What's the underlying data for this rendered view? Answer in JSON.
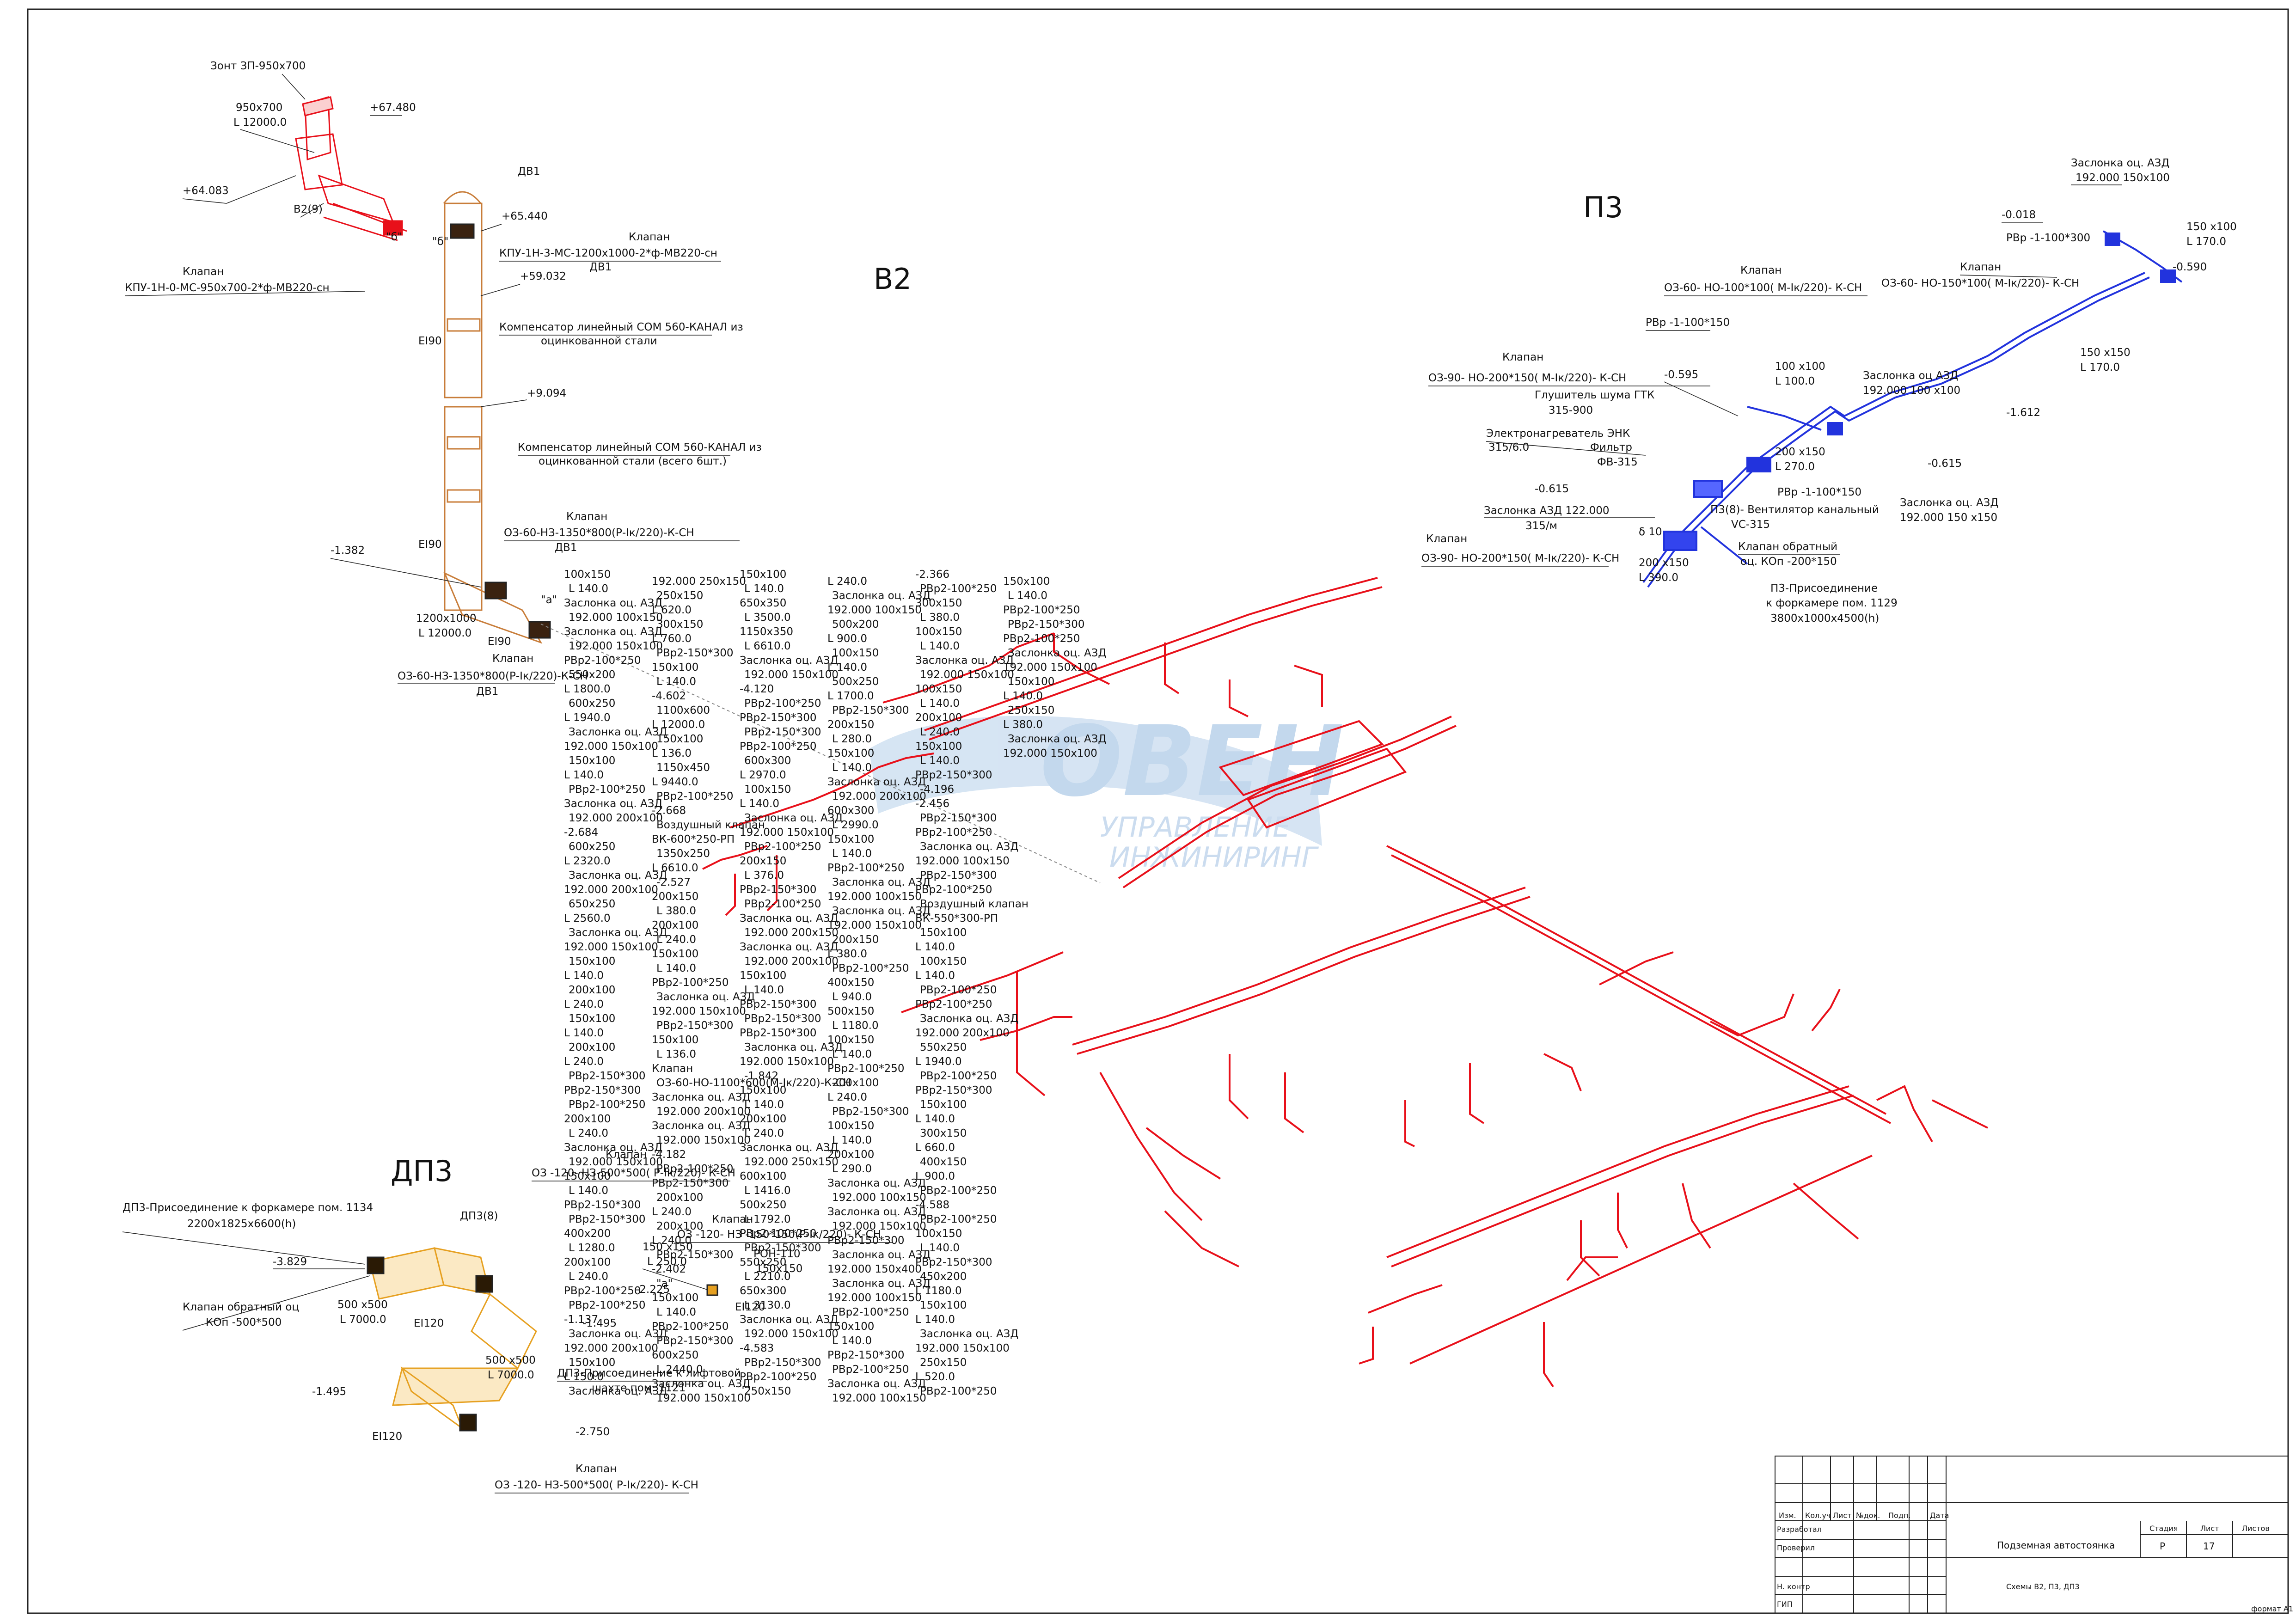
{
  "colors": {
    "v2": "#e8101a",
    "p3": "#2233dd",
    "dpz": "#e6a020",
    "shaft": "#c87d3a",
    "frame": "#222222",
    "watermark": "#b9d2ea"
  },
  "section_titles": {
    "v2": "В2",
    "p3": "П3",
    "dpz": "ДП3"
  },
  "v2_top": [
    {
      "t": "Зонт ЗП-950х700"
    },
    {
      "t": "950х700"
    },
    {
      "t": "L 12000.0"
    },
    {
      "t": "+67.480"
    },
    {
      "t": "+64.083"
    },
    {
      "t": "В2(9)"
    },
    {
      "t": "Клапан"
    },
    {
      "t": "КПУ-1Н-0-МС-950х700-2*ф-МВ220-сн"
    },
    {
      "t": "\"б\""
    },
    {
      "t": "\"б\""
    },
    {
      "t": "ДВ1"
    },
    {
      "t": "+65.440"
    },
    {
      "t": "Клапан"
    },
    {
      "t": "КПУ-1Н-3-МС-1200х1000-2*ф-МВ220-сн"
    },
    {
      "t": "ДВ1"
    },
    {
      "t": "+59.032"
    },
    {
      "t": "EI90"
    },
    {
      "t": "Компенсатор линейный СОМ 560-КАНАЛ из"
    },
    {
      "t": "оцинкованной стали"
    },
    {
      "t": "+9.094"
    },
    {
      "t": "Компенсатор линейный СОМ 560-КАНАЛ из"
    },
    {
      "t": "оцинкованной стали (всего 6шт.)"
    },
    {
      "t": "Клапан"
    },
    {
      "t": "ОЗ-60-НЗ-1350*800(Р-Iк/220)-К-СН"
    },
    {
      "t": "ДВ1"
    },
    {
      "t": "EI90"
    },
    {
      "t": "-1.382"
    },
    {
      "t": "\"а\""
    },
    {
      "t": "1200х1000"
    },
    {
      "t": "L 12000.0"
    },
    {
      "t": "EI90"
    },
    {
      "t": "Клапан"
    },
    {
      "t": "ОЗ-60-НЗ-1350*800(Р-Iк/220)-К-СН"
    },
    {
      "t": "ДВ1"
    }
  ],
  "p3_labels": [
    {
      "t": "Заслонка оц. АЗД"
    },
    {
      "t": "192.000  150х100"
    },
    {
      "t": "-0.018"
    },
    {
      "t": "РВр -1-100*300"
    },
    {
      "t": "150 х100"
    },
    {
      "t": "L  170.0"
    },
    {
      "t": "-0.590"
    },
    {
      "t": "Клапан"
    },
    {
      "t": "ОЗ-60- НО-150*100( М-Iк/220)- К-СН"
    },
    {
      "t": "Клапан"
    },
    {
      "t": "ОЗ-60- НО-100*100( М-Iк/220)- К-СН"
    },
    {
      "t": "РВр -1-100*150"
    },
    {
      "t": "150 х150"
    },
    {
      "t": "L  170.0"
    },
    {
      "t": "Клапан"
    },
    {
      "t": "ОЗ-90- НО-200*150( М-Iк/220)- К-СН"
    },
    {
      "t": "-0.595"
    },
    {
      "t": "100 х100"
    },
    {
      "t": "L  100.0"
    },
    {
      "t": "Заслонка оц  АЗД"
    },
    {
      "t": "192.000  100 х100"
    },
    {
      "t": "Глушитель шума ГТК"
    },
    {
      "t": "315-900"
    },
    {
      "t": "-1.612"
    },
    {
      "t": "Электронагреватель ЭНК"
    },
    {
      "t": "315/6.0"
    },
    {
      "t": "Фильтр"
    },
    {
      "t": "ФВ-315"
    },
    {
      "t": "200 х150"
    },
    {
      "t": "L  270.0"
    },
    {
      "t": "-0.615"
    },
    {
      "t": "-0.615"
    },
    {
      "t": "Заслонка АЗД 122.000"
    },
    {
      "t": "315/м"
    },
    {
      "t": "РВр -1-100*150"
    },
    {
      "t": "П3(8)- Вентилятор канальный"
    },
    {
      "t": "VC-315"
    },
    {
      "t": "Заслонка  оц.  АЗД"
    },
    {
      "t": "192.000   150 х150"
    },
    {
      "t": "Клапан"
    },
    {
      "t": "ОЗ-90- НО-200*150( М-Iк/220)- К-СН"
    },
    {
      "t": "δ 10"
    },
    {
      "t": "Клапан  обратный"
    },
    {
      "t": "оц.  КОп -200*150"
    },
    {
      "t": "200 х150"
    },
    {
      "t": "L  390.0"
    },
    {
      "t": "П3-Присоединение"
    },
    {
      "t": "к форкамере пом. 1129"
    },
    {
      "t": "3800х1000х4500(h)"
    }
  ],
  "v2_labels": [
    {
      "t": "100х150"
    },
    {
      "t": "L  140.0"
    },
    {
      "t": "Заслонка оц. АЗД"
    },
    {
      "t": "192.000   100х150"
    },
    {
      "t": "Заслонка оц. АЗД"
    },
    {
      "t": "192.000   150х100"
    },
    {
      "t": "РВр2-100*250"
    },
    {
      "t": "550х200"
    },
    {
      "t": "L  1800.0"
    },
    {
      "t": "600х250"
    },
    {
      "t": "L  1940.0"
    },
    {
      "t": "Заслонка оц. АЗД"
    },
    {
      "t": "192.000   150х100"
    },
    {
      "t": "150х100"
    },
    {
      "t": "L  140.0"
    },
    {
      "t": "РВр2-100*250"
    },
    {
      "t": "Заслонка оц. АЗД"
    },
    {
      "t": "192.000   200х100"
    },
    {
      "t": "-2.684"
    },
    {
      "t": "600х250"
    },
    {
      "t": "L  2320.0"
    },
    {
      "t": "Заслонка оц. АЗД"
    },
    {
      "t": "192.000   200х100"
    },
    {
      "t": "650х250"
    },
    {
      "t": "L  2560.0"
    },
    {
      "t": "Заслонка оц. АЗД"
    },
    {
      "t": "192.000   150х100"
    },
    {
      "t": "150х100"
    },
    {
      "t": "L  140.0"
    },
    {
      "t": "200х100"
    },
    {
      "t": "L  240.0"
    },
    {
      "t": "150х100"
    },
    {
      "t": "L  140.0"
    },
    {
      "t": "200х100"
    },
    {
      "t": "L  240.0"
    },
    {
      "t": "РВр2-150*300"
    },
    {
      "t": "РВр2-150*300"
    },
    {
      "t": "РВр2-100*250"
    },
    {
      "t": "200х100"
    },
    {
      "t": "L  240.0"
    },
    {
      "t": "Заслонка оц. АЗД"
    },
    {
      "t": "192.000   150х100"
    },
    {
      "t": "150х100"
    },
    {
      "t": "L  140.0"
    },
    {
      "t": "РВр2-150*300"
    },
    {
      "t": "РВр2-150*300"
    },
    {
      "t": "400х200"
    },
    {
      "t": "L  1280.0"
    },
    {
      "t": "200х100"
    },
    {
      "t": "L  240.0"
    },
    {
      "t": "РВр2-100*250"
    },
    {
      "t": "РВр2-100*250"
    },
    {
      "t": "-1.137"
    },
    {
      "t": "Заслонка оц. АЗД"
    },
    {
      "t": "192.000   200х100"
    },
    {
      "t": "150х100"
    },
    {
      "t": "L  150.0"
    },
    {
      "t": "Заслонка оц. АЗД"
    },
    {
      "t": "192.000   250х150"
    },
    {
      "t": "250х150"
    },
    {
      "t": "L  620.0"
    },
    {
      "t": "300х150"
    },
    {
      "t": "L  760.0"
    },
    {
      "t": "РВр2-150*300"
    },
    {
      "t": "150х100"
    },
    {
      "t": "L  140.0"
    },
    {
      "t": "-4.602"
    },
    {
      "t": "1100х600"
    },
    {
      "t": "L  12000.0"
    },
    {
      "t": "150х100"
    },
    {
      "t": "L  136.0"
    },
    {
      "t": "1150х450"
    },
    {
      "t": "L  9440.0"
    },
    {
      "t": "РВр2-100*250"
    },
    {
      "t": "-2.668"
    },
    {
      "t": "Воздушный клапан"
    },
    {
      "t": "ВК-600*250-РП"
    },
    {
      "t": "1350х250"
    },
    {
      "t": "L  6610.0"
    },
    {
      "t": "-2.527"
    },
    {
      "t": "200х150"
    },
    {
      "t": "L  380.0"
    },
    {
      "t": "200х100"
    },
    {
      "t": "L  240.0"
    },
    {
      "t": "150х100"
    },
    {
      "t": "L  140.0"
    },
    {
      "t": "РВр2-100*250"
    },
    {
      "t": "Заслонка оц. АЗД"
    },
    {
      "t": "192.000   150х100"
    },
    {
      "t": "РВр2-150*300"
    },
    {
      "t": "150х100"
    },
    {
      "t": "L  136.0"
    },
    {
      "t": "Клапан"
    },
    {
      "t": "ОЗ-60-НО-1100*600(М-Iк/220)-К-СН"
    },
    {
      "t": "Заслонка оц. АЗД"
    },
    {
      "t": "192.000   200х100"
    },
    {
      "t": "Заслонка оц. АЗД"
    },
    {
      "t": "192.000   150х100"
    },
    {
      "t": "-4.182"
    },
    {
      "t": "РВр2-100*250"
    },
    {
      "t": "РВр2-150*300"
    },
    {
      "t": "200х100"
    },
    {
      "t": "L  240.0"
    },
    {
      "t": "200х100"
    },
    {
      "t": "L  240.0"
    },
    {
      "t": "РВр2-150*300"
    },
    {
      "t": "-2.402"
    },
    {
      "t": "\"а\""
    },
    {
      "t": "150х100"
    },
    {
      "t": "L  140.0"
    },
    {
      "t": "РВр2-100*250"
    },
    {
      "t": "РВр2-150*300"
    },
    {
      "t": "600х250"
    },
    {
      "t": "L  2440.0"
    },
    {
      "t": "Заслонка оц. АЗД"
    },
    {
      "t": "192.000   150х100"
    },
    {
      "t": "150х100"
    },
    {
      "t": "L  140.0"
    },
    {
      "t": "650х350"
    },
    {
      "t": "L  3500.0"
    },
    {
      "t": "1150х350"
    },
    {
      "t": "L  6610.0"
    },
    {
      "t": "Заслонка оц. АЗД"
    },
    {
      "t": "192.000   150х100"
    },
    {
      "t": "-4.120"
    },
    {
      "t": "РВр2-100*250"
    },
    {
      "t": "РВр2-150*300"
    },
    {
      "t": "РВр2-150*300"
    },
    {
      "t": "РВр2-100*250"
    },
    {
      "t": "600х300"
    },
    {
      "t": "L  2970.0"
    },
    {
      "t": "100х150"
    },
    {
      "t": "L  140.0"
    },
    {
      "t": "Заслонка оц. АЗД"
    },
    {
      "t": "192.000   150х100"
    },
    {
      "t": "РВр2-100*250"
    },
    {
      "t": "200х150"
    },
    {
      "t": "L  376.0"
    },
    {
      "t": "РВр2-150*300"
    },
    {
      "t": "РВр2-100*250"
    },
    {
      "t": "Заслонка оц. АЗД"
    },
    {
      "t": "192.000   200х150"
    },
    {
      "t": "Заслонка оц. АЗД"
    },
    {
      "t": "192.000   200х100"
    },
    {
      "t": "150х100"
    },
    {
      "t": "L  140.0"
    },
    {
      "t": "РВр2-150*300"
    },
    {
      "t": "РВр2-150*300"
    },
    {
      "t": "РВр2-150*300"
    },
    {
      "t": "Заслонка оц. АЗД"
    },
    {
      "t": "192.000   150х100"
    },
    {
      "t": "-1.842"
    },
    {
      "t": "150х100"
    },
    {
      "t": "L  140.0"
    },
    {
      "t": "200х100"
    },
    {
      "t": "L  240.0"
    },
    {
      "t": "Заслонка оц. АЗД"
    },
    {
      "t": "192.000   250х150"
    },
    {
      "t": "600х100"
    },
    {
      "t": "L  1416.0"
    },
    {
      "t": "500х250"
    },
    {
      "t": "L  1792.0"
    },
    {
      "t": "РВр2-100*250"
    },
    {
      "t": "РВр2-150*300"
    },
    {
      "t": "550х250"
    },
    {
      "t": "L  2210.0"
    },
    {
      "t": "650х300"
    },
    {
      "t": "L  3130.0"
    },
    {
      "t": "Заслонка оц. АЗД"
    },
    {
      "t": "192.000   150х100"
    },
    {
      "t": "-4.583"
    },
    {
      "t": "РВр2-150*300"
    },
    {
      "t": "РВр2-100*250"
    },
    {
      "t": "250х150"
    },
    {
      "t": "L  240.0"
    },
    {
      "t": "Заслонка оц. АЗД"
    },
    {
      "t": "192.000   100х150"
    },
    {
      "t": "500х200"
    },
    {
      "t": "L  900.0"
    },
    {
      "t": "100х150"
    },
    {
      "t": "L  140.0"
    },
    {
      "t": "500х250"
    },
    {
      "t": "L  1700.0"
    },
    {
      "t": "РВр2-150*300"
    },
    {
      "t": "200х150"
    },
    {
      "t": "L  280.0"
    },
    {
      "t": "150х100"
    },
    {
      "t": "L  140.0"
    },
    {
      "t": "Заслонка оц. АЗД"
    },
    {
      "t": "192.000   200х100"
    },
    {
      "t": "600х300"
    },
    {
      "t": "L  2990.0"
    },
    {
      "t": "150х100"
    },
    {
      "t": "L  140.0"
    },
    {
      "t": "РВр2-100*250"
    },
    {
      "t": "Заслонка оц. АЗД"
    },
    {
      "t": "192.000   100х150"
    },
    {
      "t": "Заслонка оц. АЗД"
    },
    {
      "t": "192.000   150х100"
    },
    {
      "t": "200х150"
    },
    {
      "t": "L  380.0"
    },
    {
      "t": "РВр2-100*250"
    },
    {
      "t": "400х150"
    },
    {
      "t": "L  940.0"
    },
    {
      "t": "500х150"
    },
    {
      "t": "L  1180.0"
    },
    {
      "t": "100х150"
    },
    {
      "t": "L  140.0"
    },
    {
      "t": "РВр2-100*250"
    },
    {
      "t": "200х100"
    },
    {
      "t": "L  240.0"
    },
    {
      "t": "РВр2-150*300"
    },
    {
      "t": "100х150"
    },
    {
      "t": "L  140.0"
    },
    {
      "t": "200х100"
    },
    {
      "t": "L  290.0"
    },
    {
      "t": "Заслонка оц. АЗД"
    },
    {
      "t": "192.000   100х150"
    },
    {
      "t": "Заслонка оц. АЗД"
    },
    {
      "t": "192.000   150х100"
    },
    {
      "t": "РВр2-150*300"
    },
    {
      "t": "Заслонка оц. АЗД"
    },
    {
      "t": "192.000   150х400"
    },
    {
      "t": "Заслонка оц. АЗД"
    },
    {
      "t": "192.000   100х150"
    },
    {
      "t": "РВр2-100*250"
    },
    {
      "t": "150х100"
    },
    {
      "t": "L  140.0"
    },
    {
      "t": "РВр2-150*300"
    },
    {
      "t": "РВр2-100*250"
    },
    {
      "t": "Заслонка оц. АЗД"
    },
    {
      "t": "192.000   100х150"
    },
    {
      "t": "-2.366"
    },
    {
      "t": "РВр2-100*250"
    },
    {
      "t": "300х150"
    },
    {
      "t": "L  380.0"
    },
    {
      "t": "100х150"
    },
    {
      "t": "L  140.0"
    },
    {
      "t": "Заслонка оц. АЗД"
    },
    {
      "t": "192.000   150х100"
    },
    {
      "t": "100х150"
    },
    {
      "t": "L  140.0"
    },
    {
      "t": "200х100"
    },
    {
      "t": "L  240.0"
    },
    {
      "t": "150х100"
    },
    {
      "t": "L  140.0"
    },
    {
      "t": "РВр2-150*300"
    },
    {
      "t": "-4.196"
    },
    {
      "t": "-2.456"
    },
    {
      "t": "РВр2-150*300"
    },
    {
      "t": "РВр2-100*250"
    },
    {
      "t": "Заслонка оц. АЗД"
    },
    {
      "t": "192.000   100х150"
    },
    {
      "t": "РВр2-150*300"
    },
    {
      "t": "РВр2-100*250"
    },
    {
      "t": "Воздушный клапан"
    },
    {
      "t": "ВК-550*300-РП"
    },
    {
      "t": "150х100"
    },
    {
      "t": "L  140.0"
    },
    {
      "t": "100х150"
    },
    {
      "t": "L  140.0"
    },
    {
      "t": "РВр2-100*250"
    },
    {
      "t": "РВр2-100*250"
    },
    {
      "t": "Заслонка оц. АЗД"
    },
    {
      "t": "192.000   200х100"
    },
    {
      "t": "550х250"
    },
    {
      "t": "L  1940.0"
    },
    {
      "t": "РВр2-100*250"
    },
    {
      "t": "РВр2-150*300"
    },
    {
      "t": "150х100"
    },
    {
      "t": "L  140.0"
    },
    {
      "t": "300х150"
    },
    {
      "t": "L  660.0"
    },
    {
      "t": "400х150"
    },
    {
      "t": "L  900.0"
    },
    {
      "t": "РВр2-100*250"
    },
    {
      "t": "-4.588"
    },
    {
      "t": "РВр2-100*250"
    },
    {
      "t": "100х150"
    },
    {
      "t": "L  140.0"
    },
    {
      "t": "РВр2-150*300"
    },
    {
      "t": "450х200"
    },
    {
      "t": "L  1180.0"
    },
    {
      "t": "150х100"
    },
    {
      "t": "L  140.0"
    },
    {
      "t": "Заслонка оц. АЗД"
    },
    {
      "t": "192.000   150х100"
    },
    {
      "t": "250х150"
    },
    {
      "t": "L  520.0"
    },
    {
      "t": "РВр2-100*250"
    },
    {
      "t": "150х100"
    },
    {
      "t": "L  140.0"
    },
    {
      "t": "РВр2-100*250"
    },
    {
      "t": "РВр2-150*300"
    },
    {
      "t": "РВр2-100*250"
    },
    {
      "t": "Заслонка оц. АЗД"
    },
    {
      "t": "192.000   150х100"
    },
    {
      "t": "150х100"
    },
    {
      "t": "L  140.0"
    },
    {
      "t": "250х150"
    },
    {
      "t": "L  380.0"
    },
    {
      "t": "Заслонка оц. АЗД"
    },
    {
      "t": "192.000   150х100"
    }
  ],
  "dpz_labels": [
    {
      "t": "Клапан"
    },
    {
      "t": "ОЗ -120- НЗ-500*500( Р-Iк/220)- К-СН"
    },
    {
      "t": "ДП3-Присоединение к форкамере пом. 1134"
    },
    {
      "t": "2200х1825х6600(h)"
    },
    {
      "t": "ДП3(8)"
    },
    {
      "t": "Клапан"
    },
    {
      "t": "ОЗ -120- НЗ -150*150(Р-Iк/220)- К-СН"
    },
    {
      "t": "-3.829"
    },
    {
      "t": "150 х150"
    },
    {
      "t": "L  250.0"
    },
    {
      "t": "РОН-110"
    },
    {
      "t": "150х150"
    },
    {
      "t": "-2.225"
    },
    {
      "t": "EI120"
    },
    {
      "t": "Клапан обратный  оц"
    },
    {
      "t": "КОп -500*500"
    },
    {
      "t": "500 х500"
    },
    {
      "t": "L  7000.0"
    },
    {
      "t": "EI120"
    },
    {
      "t": "-1.495"
    },
    {
      "t": "500 х500"
    },
    {
      "t": "L  7000.0"
    },
    {
      "t": "ДП3-Присоединение к лифтовой"
    },
    {
      "t": "шахте пом. 1121"
    },
    {
      "t": "-1.495"
    },
    {
      "t": "EI120"
    },
    {
      "t": "-2.750"
    },
    {
      "t": "Клапан"
    },
    {
      "t": "ОЗ -120- НЗ-500*500( Р-Iк/220)- К-СН"
    }
  ],
  "watermark": {
    "line1": "ОВЕН",
    "line2": "УПРАВЛЕНИЕ",
    "line3": "ИНЖИНИРИНГ"
  },
  "title_block": {
    "headers": [
      "Изм.",
      "Кол.уч",
      "Лист",
      "№док.",
      "Подп.",
      "Дата"
    ],
    "roles": [
      "Разработал",
      "Проверил",
      "",
      "",
      "Н. контр",
      "ГИП"
    ],
    "project": "Подземная автостоянка",
    "sheet_title": "Схемы В2, П3, ДП3",
    "stage_header": "Стадия",
    "sheet_header": "Лист",
    "sheets_header": "Листов",
    "stage": "Р",
    "sheet": "17",
    "sheets": "",
    "format": "формат А1"
  }
}
